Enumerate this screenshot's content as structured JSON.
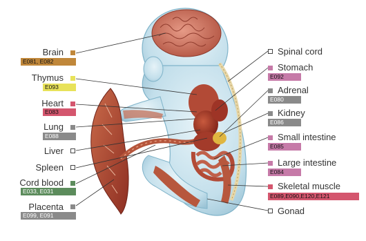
{
  "organs": {
    "brain": {
      "label": "Brain",
      "code": "E081, E082",
      "color": "#c0873a"
    },
    "thymus": {
      "label": "Thymus",
      "code": "E093",
      "color": "#e8e25a"
    },
    "heart": {
      "label": "Heart",
      "code": "E083",
      "color": "#d4566e"
    },
    "lung": {
      "label": "Lung",
      "code": "E088",
      "color": "#8a8a8a"
    },
    "liver": {
      "label": "Liver"
    },
    "spleen": {
      "label": "Spleen"
    },
    "cord_blood": {
      "label": "Cord blood",
      "code": "E033, E031",
      "color": "#5c8c5c"
    },
    "placenta": {
      "label": "Placenta",
      "code": "E099, E091",
      "color": "#8a8a8a"
    },
    "spinal_cord": {
      "label": "Spinal cord"
    },
    "stomach": {
      "label": "Stomach",
      "code": "E092",
      "color": "#c67aa8"
    },
    "adrenal": {
      "label": "Adrenal",
      "code": "E080",
      "color": "#8a8a8a"
    },
    "kidney": {
      "label": "Kidney",
      "code": "E086",
      "color": "#8a8a8a"
    },
    "small_intestine": {
      "label": "Small intestine",
      "code": "E085",
      "color": "#c67aa8"
    },
    "large_intestine": {
      "label": "Large intestine",
      "code": "E084",
      "color": "#c67aa8"
    },
    "skeletal_muscle": {
      "label": "Skeletal muscle",
      "code": "E089,E090,E120,E121",
      "color": "#d4566e"
    },
    "gonad": {
      "label": "Gonad"
    }
  }
}
